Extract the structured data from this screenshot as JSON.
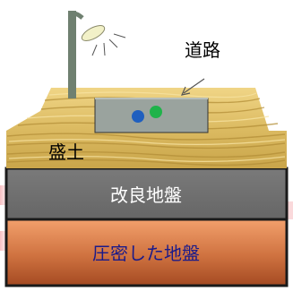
{
  "labels": {
    "road": "道路",
    "embankment": "盛土",
    "improved_ground": "改良地盤",
    "compacted_ground": "圧密した地盤"
  },
  "colors": {
    "embankment_sand": "#e2c36d",
    "embankment_stripe": "#c09a3c",
    "improved_ground": "#727272",
    "compacted_ground_top": "#ee9462",
    "compacted_ground_bottom": "#a8502a",
    "road_surface": "#9aa39e",
    "pole": "#6f8070",
    "lamp": "#f2f1c8",
    "blue_dot": "#1f5fbf",
    "green_dot": "#1fb34a",
    "border": "#1a1a1a",
    "pink_band": "#f6b9bd"
  }
}
